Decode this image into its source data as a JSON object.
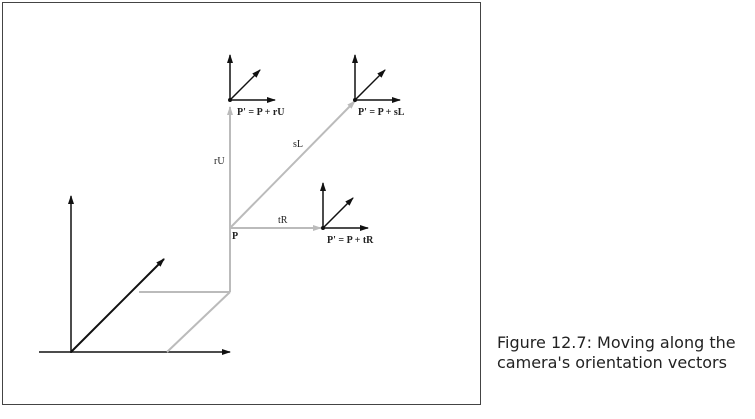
{
  "diagram": {
    "label_p": "P",
    "label_ru": "rU",
    "label_sl": "sL",
    "label_tr": "tR",
    "eq_up": "P' = P + rU",
    "eq_look": "P' = P + sL",
    "eq_right": "P' = P + tR"
  },
  "caption": {
    "text": "Figure 12.7: Moving along the camera's orientation vectors"
  }
}
